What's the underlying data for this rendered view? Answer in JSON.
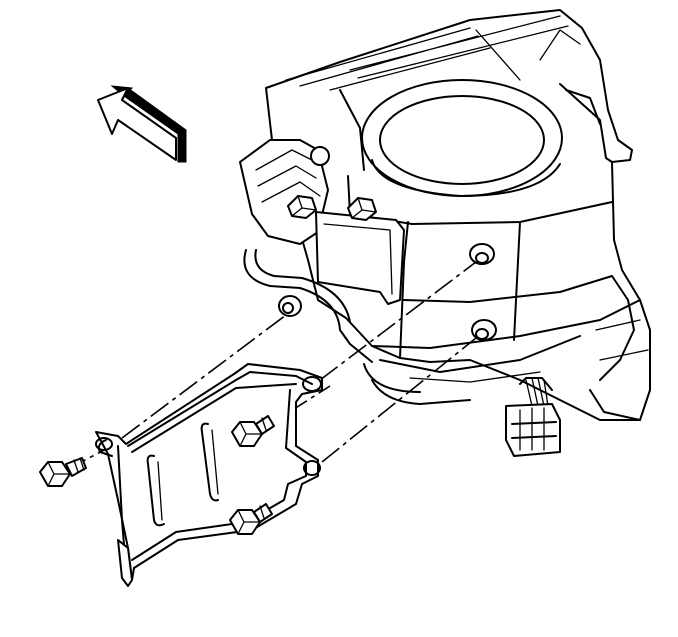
{
  "diagram": {
    "caption": "",
    "colors": {
      "ink": "#000000",
      "paper": "#ffffff"
    },
    "parts": [
      {
        "id": "direction-arrow",
        "icon": "front-direction-arrow-icon"
      },
      {
        "id": "blower-motor-housing",
        "icon": "blower-housing-icon"
      },
      {
        "id": "blower-motor-cover",
        "icon": "access-cover-plate-icon"
      },
      {
        "id": "mounting-bolts",
        "icon": "hex-bolt-icon",
        "count": 3
      },
      {
        "id": "wiring-connector",
        "icon": "electrical-connector-icon"
      }
    ]
  }
}
